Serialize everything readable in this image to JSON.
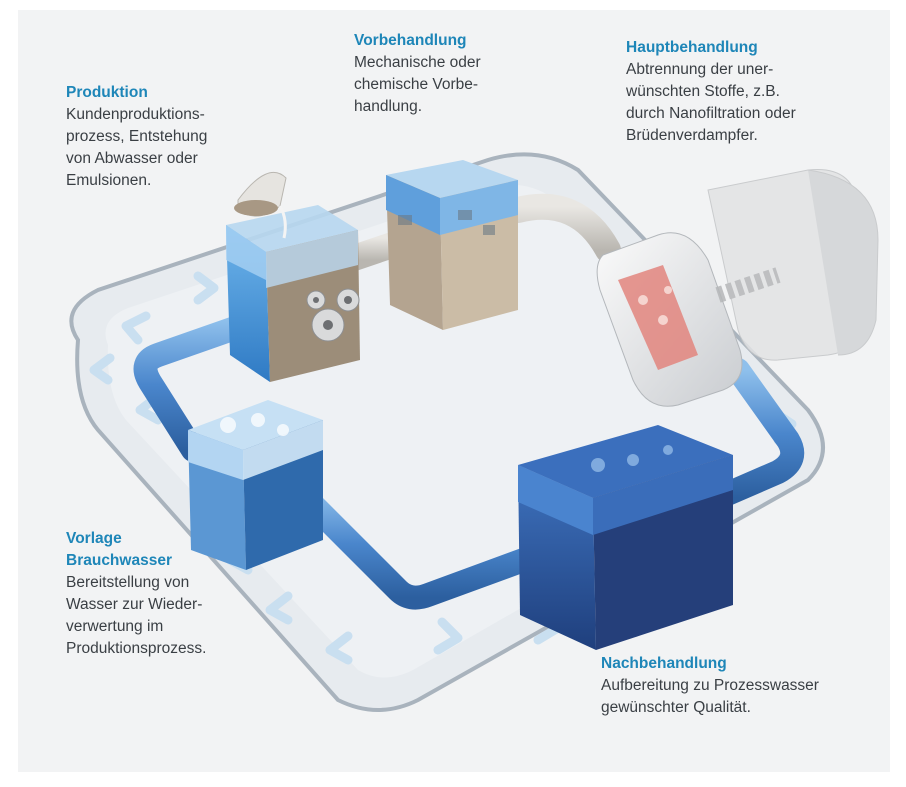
{
  "stages": {
    "produktion": {
      "title": "Produktion",
      "body": "Kundenproduktions-\nprozess, Entstehung\nvon Abwasser oder\nEmulsionen."
    },
    "vorbehandlung": {
      "title": "Vorbehandlung",
      "body": "Mechanische oder\nchemische Vorbe-\nhandlung."
    },
    "hauptbehandlung": {
      "title": "Hauptbehandlung",
      "body": "Abtrennung der uner-\nwünschten Stoffe, z.B.\ndurch Nanofiltration oder\nBrüdenverdampfer."
    },
    "vorlage": {
      "title": "Vorlage\nBrauchwasser",
      "body": "Bereitstellung von\nWasser zur Wieder-\nverwertung im\nProduktionsprozess."
    },
    "nachbehandlung": {
      "title": "Nachbehandlung",
      "body": "Aufbereitung zu Prozesswasser\ngewünschter Qualität."
    }
  },
  "colors": {
    "title": "#1e86b8",
    "text": "#3a3f44",
    "water": "#3d8fd6",
    "water_dark": "#24508f",
    "pipe": "#4a86cc",
    "loop_outline": "#a9b3bd",
    "chevrons": "#c9dff0"
  }
}
